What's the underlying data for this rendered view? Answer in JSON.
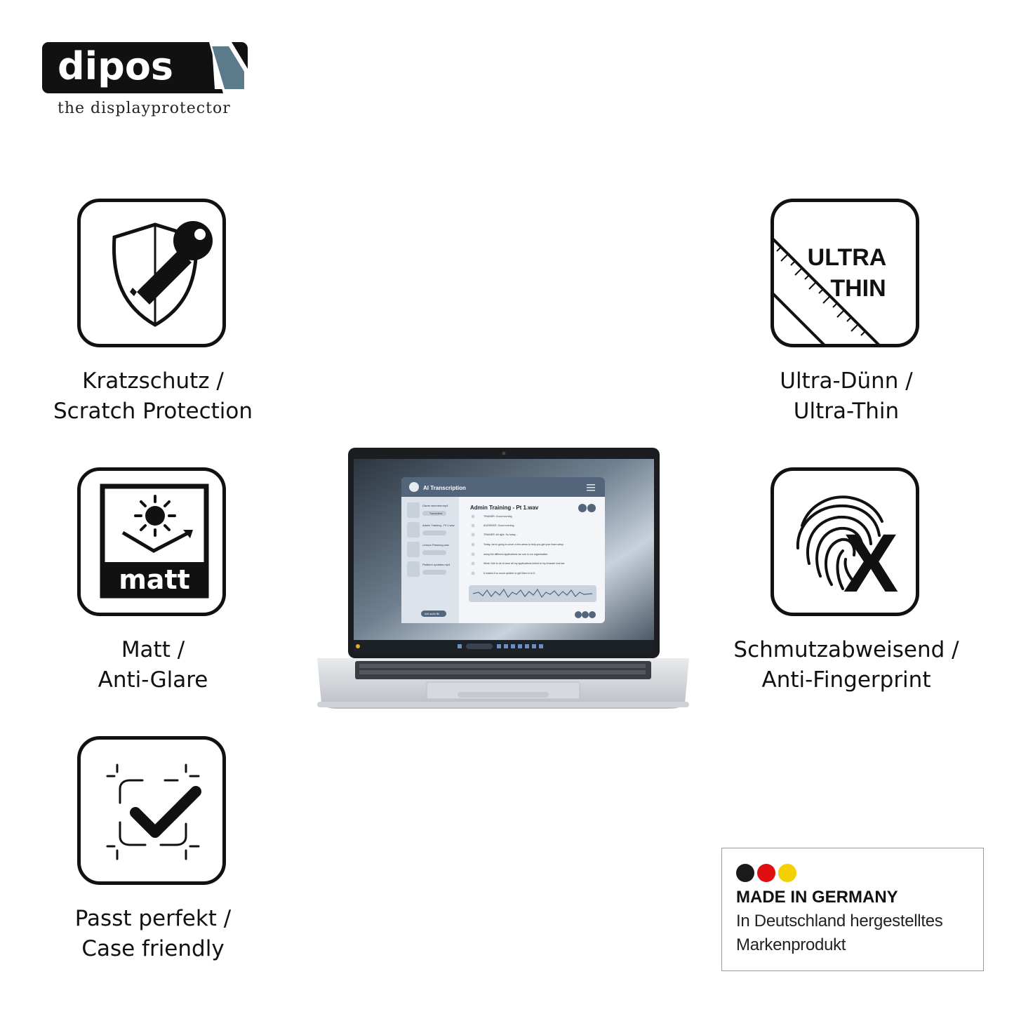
{
  "brand": {
    "name": "dipos",
    "tagline": "the displayprotector"
  },
  "features": [
    {
      "id": "scratch",
      "line1": "Kratzschutz /",
      "line2": "Scratch Protection",
      "icon": "shield-key-icon"
    },
    {
      "id": "thin",
      "line1": "Ultra-Dünn /",
      "line2": "Ultra-Thin",
      "icon": "ruler-icon",
      "icon_text1": "ULTRA",
      "icon_text2": "THIN"
    },
    {
      "id": "matt",
      "line1": "Matt /",
      "line2": "Anti-Glare",
      "icon": "sun-reflection-icon",
      "icon_text": "matt"
    },
    {
      "id": "fingerprint",
      "line1": "Schmutzabweisend /",
      "line2": "Anti-Fingerprint",
      "icon": "fingerprint-crossed-icon"
    },
    {
      "id": "fit",
      "line1": "Passt perfekt /",
      "line2": "Case friendly",
      "icon": "checkmark-frame-icon"
    }
  ],
  "laptop_screen": {
    "app_title": "AI Transcription",
    "file_title": "Admin Training - Pt 1.wav",
    "files": [
      "Game interview.mp4",
      "Admin Training - Pt 1.wav",
      "Lesson Planning.wav",
      "Platform updates.mp4"
    ],
    "file_status": "Transcribed",
    "add_button": "Add audio file",
    "transcript_lines": [
      "TRAINER: Good morning.",
      "AUDIENCE: Good morning.",
      "TRAINER: All right. So today -",
      "Today, we're going to cover a few areas to help you get your team setup",
      "using the different applications we use in our organisation.",
      "What I like to do is have all my applications linked to my browser tool bar.",
      "It makes it so much quicker to get them in to it."
    ]
  },
  "made_in_germany": {
    "title": "MADE IN GERMANY",
    "line1": "In Deutschland hergestelltes",
    "line2": "Markenprodukt",
    "colors": [
      "#1a1a1a",
      "#e01010",
      "#f5d000"
    ]
  },
  "colors": {
    "ink": "#111111",
    "logo_fold": "#5b7a8a"
  }
}
